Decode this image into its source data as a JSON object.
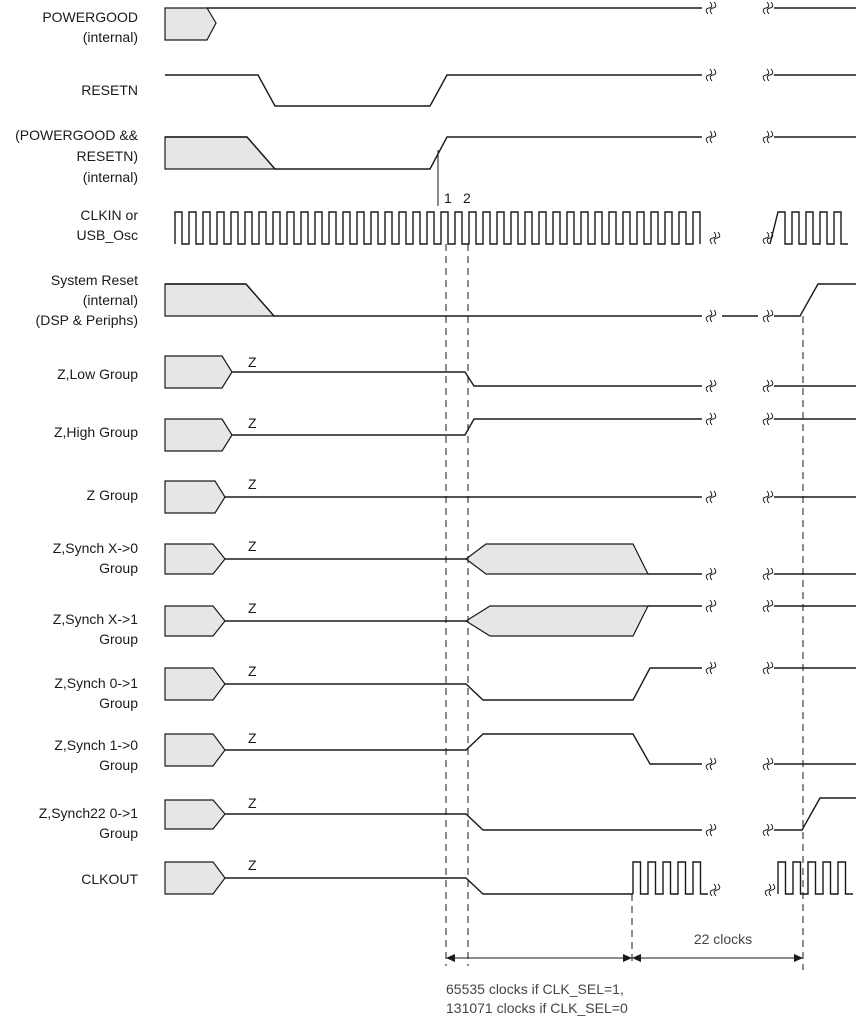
{
  "signals": [
    {
      "id": "powergood",
      "lines": [
        "POWERGOOD",
        "(internal)"
      ]
    },
    {
      "id": "resetn",
      "lines": [
        "RESETN"
      ]
    },
    {
      "id": "powergood-and-resetn",
      "lines": [
        "(POWERGOOD &&",
        "RESETN)",
        "(internal)"
      ]
    },
    {
      "id": "clkin",
      "lines": [
        "CLKIN or",
        "USB_Osc"
      ]
    },
    {
      "id": "system-reset",
      "lines": [
        "System Reset",
        "(internal)",
        "(DSP & Periphs)"
      ]
    },
    {
      "id": "z-low-group",
      "lines": [
        "Z,Low Group"
      ]
    },
    {
      "id": "z-high-group",
      "lines": [
        "Z,High Group"
      ]
    },
    {
      "id": "z-group",
      "lines": [
        "Z Group"
      ]
    },
    {
      "id": "z-synch-x0",
      "lines": [
        "Z,Synch X->0",
        "Group"
      ]
    },
    {
      "id": "z-synch-x1",
      "lines": [
        "Z,Synch X->1",
        "Group"
      ]
    },
    {
      "id": "z-synch-01",
      "lines": [
        "Z,Synch 0->1",
        "Group"
      ]
    },
    {
      "id": "z-synch-10",
      "lines": [
        "Z,Synch 1->0",
        "Group"
      ]
    },
    {
      "id": "z-synch22-01",
      "lines": [
        "Z,Synch22 0->1",
        "Group"
      ]
    },
    {
      "id": "clkout",
      "lines": [
        "CLKOUT"
      ]
    }
  ],
  "z_label": "Z",
  "edge_markers": [
    "1",
    "2"
  ],
  "annotations": {
    "clocks_22": "22 clocks",
    "clocks_long_1": "65535 clocks if CLK_SEL=1,",
    "clocks_long_2": "131071 clocks if CLK_SEL=0"
  }
}
